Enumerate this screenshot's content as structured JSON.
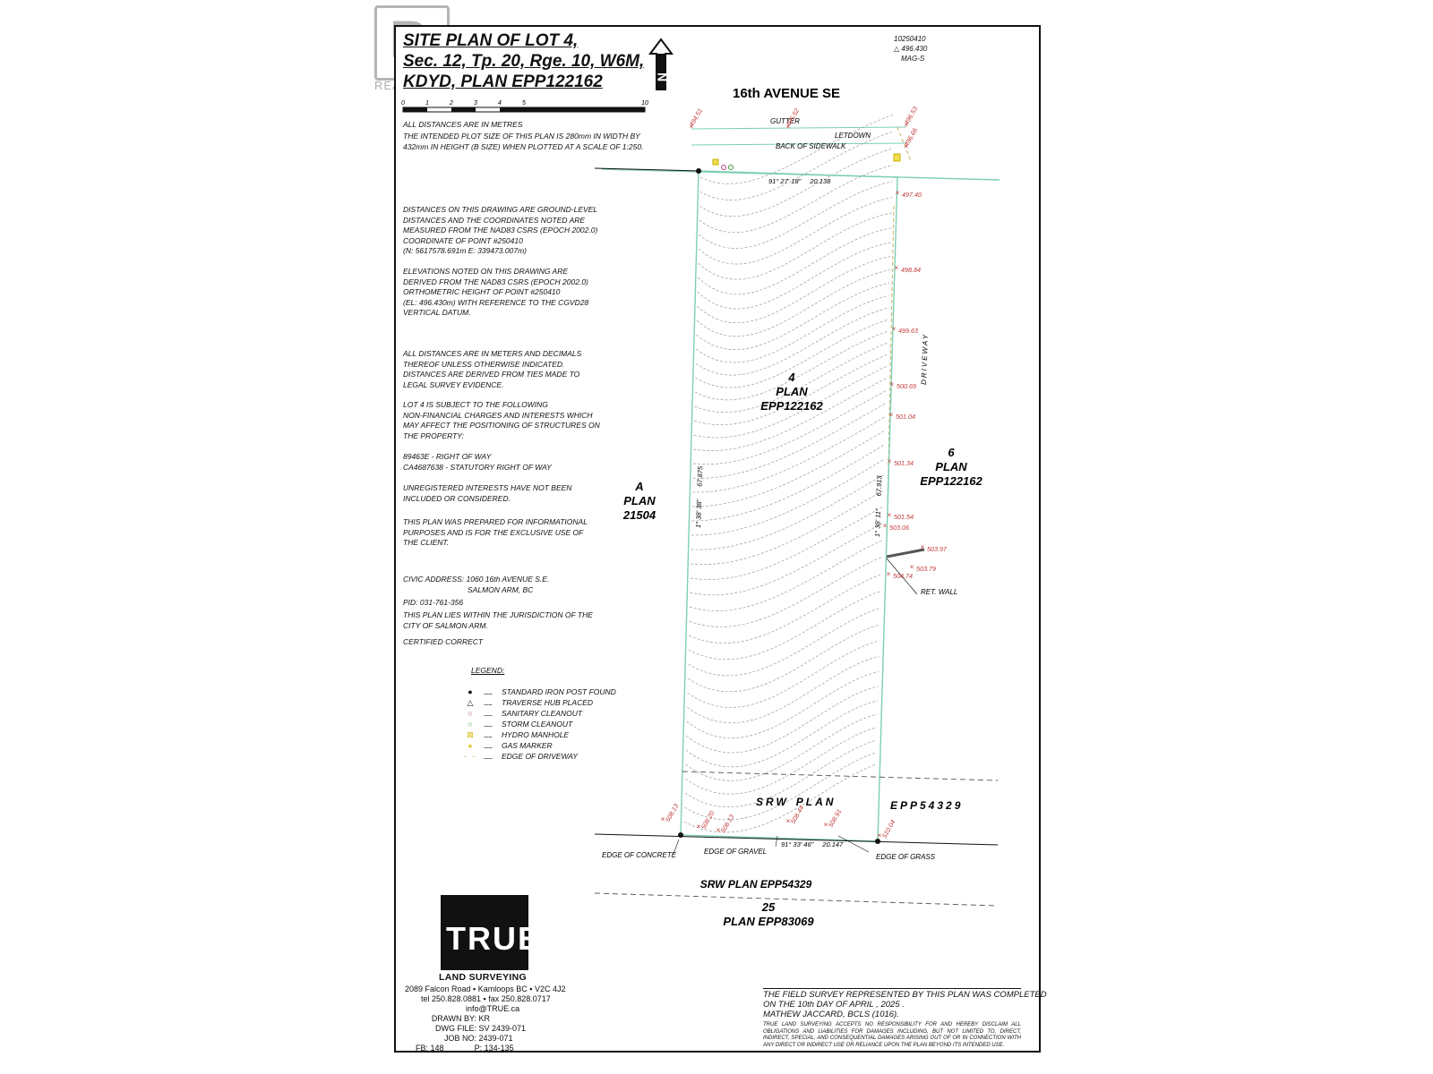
{
  "title": {
    "line1": "SITE PLAN OF LOT 4,",
    "line2": "Sec. 12, Tp. 20, Rge. 10, W6M,",
    "line3": "KDYD, PLAN EPP122162"
  },
  "watermark": {
    "text": "REALTOR",
    "logo": "R"
  },
  "scale_bar": {
    "ticks": [
      "0",
      "1",
      "2",
      "3",
      "4",
      "5",
      "10"
    ]
  },
  "units_note": "ALL DISTANCES ARE IN METRES",
  "plot_note": [
    "THE INTENDED PLOT SIZE OF THIS PLAN IS 280mm IN WIDTH BY",
    "432mm IN HEIGHT (B SIZE) WHEN PLOTTED AT A SCALE OF 1:250."
  ],
  "distances_note": [
    "DISTANCES ON THIS DRAWING ARE GROUND-LEVEL",
    "DISTANCES AND THE COORDINATES NOTED ARE",
    "MEASURED FROM THE NAD83 CSRS (EPOCH 2002.0)",
    "COORDINATE OF POINT #250410",
    "(N:     5617578.691m   E: 339473.007m)"
  ],
  "elevations_note": [
    "ELEVATIONS NOTED ON THIS DRAWING ARE",
    "DERIVED FROM THE NAD83 CSRS (EPOCH 2002.0)",
    "ORTHOMETRIC HEIGHT OF POINT #250410",
    "(EL: 496.430m) WITH REFERENCE TO THE CGVD28",
    "VERTICAL DATUM."
  ],
  "meters_note": [
    "ALL DISTANCES ARE IN METERS AND DECIMALS",
    "THEREOF UNLESS OTHERWISE INDICATED.",
    "DISTANCES ARE DERIVED FROM TIES MADE TO",
    "LEGAL SURVEY EVIDENCE."
  ],
  "charges_note": [
    "LOT 4 IS SUBJECT TO THE FOLLOWING",
    "NON-FINANCIAL CHARGES AND INTERESTS WHICH",
    "MAY AFFECT THE POSITIONING OF STRUCTURES ON",
    "THE PROPERTY:"
  ],
  "charges": [
    "89463E - RIGHT OF WAY",
    "CA4687638 - STATUTORY RIGHT OF WAY"
  ],
  "unregistered_note": [
    "UNREGISTERED INTERESTS HAVE NOT BEEN",
    "INCLUDED OR CONSIDERED."
  ],
  "purpose_note": [
    "THIS PLAN WAS PREPARED FOR INFORMATIONAL",
    "PURPOSES AND IS FOR THE EXCLUSIVE USE OF",
    "THE CLIENT."
  ],
  "civic": {
    "line1": "CIVIC ADDRESS: 1060 16th AVENUE S.E.",
    "line2": "SALMON ARM, BC"
  },
  "pid": "PID: 031-761-356",
  "jurisdiction": [
    "THIS PLAN LIES WITHIN THE JURISDICTION OF THE",
    "CITY OF SALMON ARM."
  ],
  "certified": "CERTIFIED CORRECT",
  "legend": {
    "title": "LEGEND:",
    "items": [
      {
        "icon": "iron-post-icon",
        "symbol": "●",
        "label": "STANDARD IRON POST FOUND"
      },
      {
        "icon": "traverse-hub-icon",
        "symbol": "△",
        "label": "TRAVERSE HUB PLACED"
      },
      {
        "icon": "sanitary-cleanout-icon",
        "symbol": "○",
        "label": "SANITARY CLEANOUT"
      },
      {
        "icon": "storm-cleanout-icon",
        "symbol": "○",
        "label": "STORM CLEANOUT"
      },
      {
        "icon": "hydro-manhole-icon",
        "symbol": "⊠",
        "label": "HYDRO MANHOLE"
      },
      {
        "icon": "gas-marker-icon",
        "symbol": "▲",
        "label": "GAS MARKER"
      },
      {
        "icon": "edge-of-driveway-icon",
        "symbol": "- -",
        "label": "EDGE OF DRIVEWAY"
      }
    ],
    "colors": {
      "iron_post": "#111111",
      "traverse": "#111111",
      "sanitary": "#b04080",
      "storm": "#3a9a3a",
      "hydro": "#d6b800",
      "gas": "#e0c000",
      "driveway": "#c8b060"
    }
  },
  "benchmark": {
    "id": "10250410",
    "elev": "496.430",
    "label": "MAG-S"
  },
  "north_label": "N",
  "road": "16th AVENUE SE",
  "street_features": {
    "gutter": "GUTTER",
    "sidewalk": "BACK OF SIDEWALK",
    "letdown": "LETDOWN",
    "driveway": "DRIVEWAY"
  },
  "lots": {
    "lot4": [
      "4",
      "PLAN",
      "EPP122162"
    ],
    "lotA": [
      "A",
      "PLAN",
      "21504"
    ],
    "lot6": [
      "6",
      "PLAN",
      "EPP122162"
    ],
    "lot25": [
      "25",
      "PLAN EPP83069"
    ]
  },
  "srw": {
    "inside": [
      "SRW",
      "PLAN",
      "EPP54329"
    ],
    "outside": "SRW PLAN EPP54329"
  },
  "bearings": {
    "north": "91° 27' 18\"",
    "north_dist": "20.138",
    "south": "91° 33' 46\"",
    "south_dist": "20.147",
    "west": "1° 38' 38\"",
    "west_dist": "67.875",
    "east": "1° 38' 11\"",
    "east_dist": "67.913"
  },
  "elevations": {
    "top": [
      "494.51",
      "495.52",
      "496.53",
      "496.66"
    ],
    "east": [
      "497.40",
      "498.84",
      "499.63",
      "500.69",
      "501.04",
      "501.34",
      "501.54"
    ],
    "wall": [
      "503.06",
      "503.97",
      "504.74",
      "503.79"
    ],
    "bottom": [
      "508.13",
      "508.20",
      "508.13",
      "508.44",
      "508.91",
      "510.04"
    ]
  },
  "annotations": {
    "ret_wall": "RET. WALL",
    "edge_concrete": "EDGE OF CONCRETE",
    "edge_gravel": "EDGE OF GRAVEL",
    "edge_grass": "EDGE OF GRASS"
  },
  "company": {
    "logo": "TRUE",
    "sub": "LAND SURVEYING",
    "address": "2089 Falcon Road  ▪  Kamloops  BC  ▪  V2C 4J2",
    "phone": "tel  250.828.0881  ▪  fax  250.828.0717",
    "email": "info@TRUE.ca"
  },
  "drawing_info": {
    "drawn_by_label": "DRAWN BY:",
    "drawn_by": "KR",
    "dwg_label": "DWG FILE:",
    "dwg": "SV 2439-071",
    "job_label": "JOB NO:",
    "job": "2439-071",
    "fb_label": "FB:",
    "fb": "148",
    "p_label": "P:",
    "p": "134-135"
  },
  "certification": {
    "line1": "THE FIELD SURVEY REPRESENTED BY THIS PLAN WAS COMPLETED",
    "line2": "ON THE 10th DAY OF        APRIL       , 2025 .",
    "line3": "MATHEW JACCARD, BCLS (1016).",
    "fine": "TRUE LAND SURVEYING ACCEPTS NO RESPONSIBILITY FOR AND HEREBY DISCLAIM ALL OBLIGATIONS AND LIABILITIES FOR DAMAGES INCLUDING, BUT NOT LIMITED TO, DIRECT, INDIRECT, SPECIAL, AND CONSEQUENTIAL DAMAGES ARISING OUT OF OR IN CONNECTION WITH ANY DIRECT OR INDIRECT USE OR RELIANCE UPON THE PLAN BEYOND ITS INTENDED USE."
  },
  "colors": {
    "parcel": "#7ecfb4",
    "contour": "#9a9a9a",
    "elev": "#c23b3b",
    "ink": "#111111"
  }
}
